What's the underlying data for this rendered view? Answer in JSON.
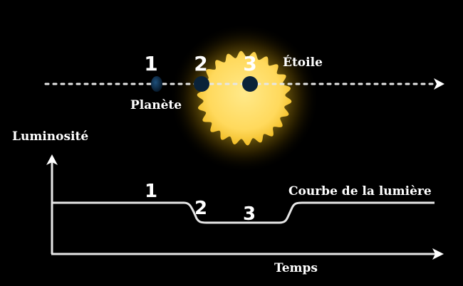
{
  "diagram": {
    "star_label": "Étoile",
    "planet_label": "Planète",
    "y_axis_label": "Luminosité",
    "x_axis_label": "Temps",
    "curve_label": "Courbe de la lumière",
    "positions": [
      "1",
      "2",
      "3"
    ],
    "curve_markers": [
      "1",
      "2",
      "3"
    ]
  },
  "colors": {
    "background": "#000000",
    "star_core": "#ffe27a",
    "star_glow": "#f2c40f",
    "planet": "#0c2a45",
    "lines": "#e6e6e6"
  }
}
